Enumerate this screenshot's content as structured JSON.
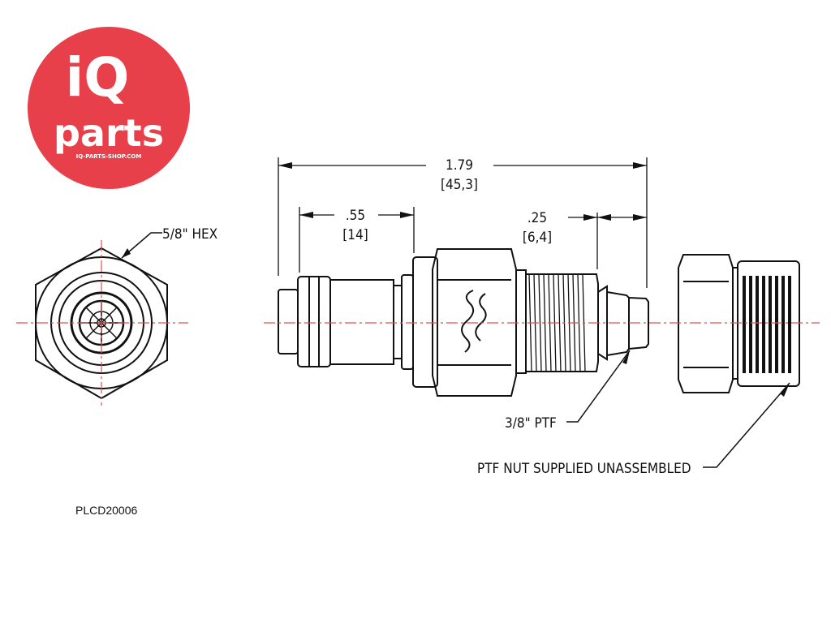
{
  "logo": {
    "line1": "iQ",
    "line2": "parts",
    "url": "IQ-PARTS-SHOP.COM",
    "color": "#e8404a"
  },
  "labels": {
    "hex": "5/8\" HEX",
    "overall_length": "1.79",
    "overall_length_mm": "[45,3]",
    "body_length": ".55",
    "body_length_mm": "[14]",
    "barb_length": ".25",
    "barb_length_mm": "[6,4]",
    "thread": "3/8\" PTF",
    "nut_note": "PTF NUT SUPPLIED UNASSEMBLED"
  },
  "part_number": "PLCD20006",
  "colors": {
    "centerline": "#e05050",
    "line": "#111111"
  }
}
